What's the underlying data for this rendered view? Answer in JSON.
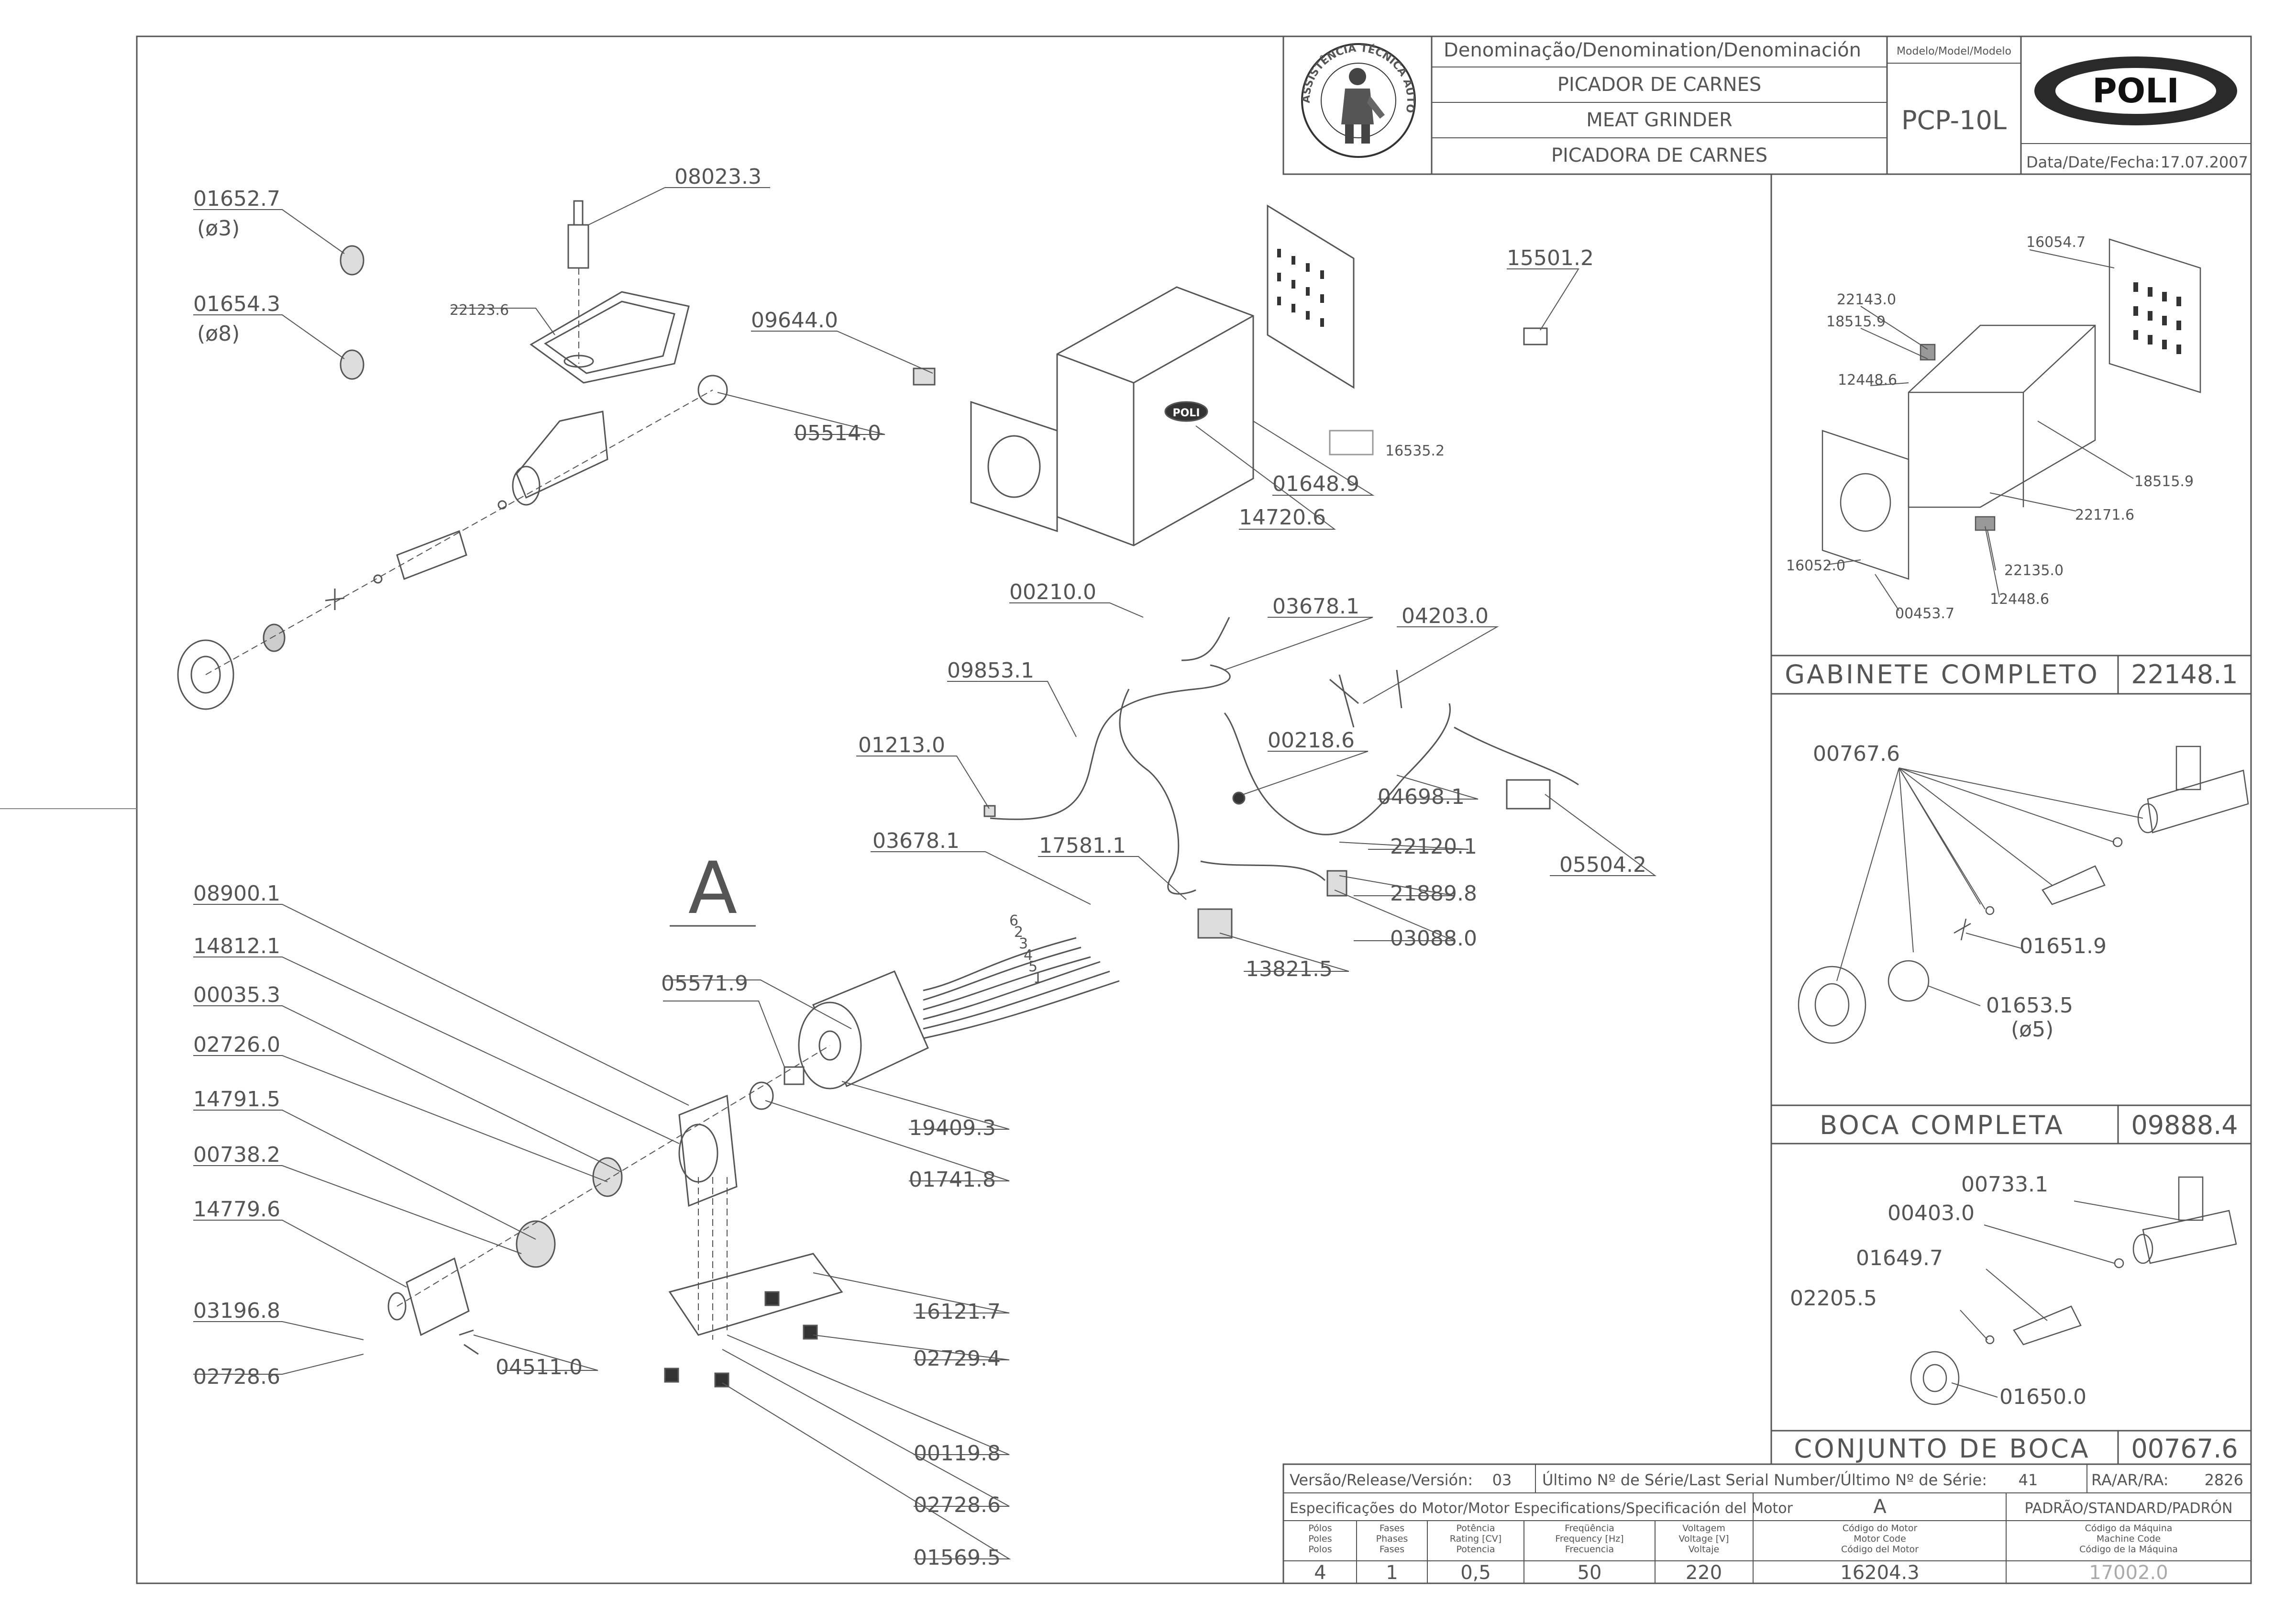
{
  "title_block": {
    "denomination_header": "Denominação/Denomination/Denominación",
    "name_pt": "PICADOR DE CARNES",
    "name_en": "MEAT GRINDER",
    "name_es": "PICADORA DE CARNES",
    "model_header": "Modelo/Model/Modelo",
    "model": "PCP-10L",
    "date_label": "Data/Date/Fecha:",
    "date": "17.07.2007",
    "brand": "POLI",
    "seal_text": "ASSISTÊNCIA TÉCNICA AUTORIZADA"
  },
  "view_label": "A",
  "callouts": {
    "screen_3": "01652.7",
    "screen_3_dia": "(ø3)",
    "screen_8": "01654.3",
    "screen_8_dia": "(ø8)",
    "pusher": "08023.3",
    "tray": "22123.6",
    "seal_disk": "05514.0",
    "label_09644": "09644.0",
    "sticker_15501": "15501.2",
    "sticker_16535": "16535.2",
    "cab_01648": "01648.9",
    "cab_14720": "14720.6",
    "wire_00210": "00210.0",
    "wire_03678_top": "03678.1",
    "wire_04203": "04203.0",
    "cable_09853": "09853.1",
    "switch_01213": "01213.0",
    "cap_00218": "00218.6",
    "cord_04698": "04698.1",
    "label_05504": "05504.2",
    "wire_03678_mid": "03678.1",
    "term_17581": "17581.1",
    "screw_22120": "22120.1",
    "bracket_21889": "21889.8",
    "capacitor_03088": "03088.0",
    "switch_13821": "13821.5",
    "bolt_08900": "08900.1",
    "housing_14812": "14812.1",
    "screw_00035": "00035.3",
    "bearing_02726": "02726.0",
    "gear_14791": "14791.5",
    "gear_00738": "00738.2",
    "cover_14779": "14779.6",
    "screw_03196": "03196.8",
    "screw_02728_left": "02728.6",
    "wingnut_04511": "04511.0",
    "coupling_05571": "05571.9",
    "motor_19409": "19409.3",
    "washer_01741": "01741.8",
    "base_16121": "16121.7",
    "foot_02729": "02729.4",
    "screw_00119": "00119.8",
    "screw_02728_right": "02728.6",
    "foot_01569": "01569.5"
  },
  "wire_numbers": [
    "6",
    "2",
    "3",
    "4",
    "5",
    "1"
  ],
  "cabinet_panel": {
    "labels": [
      "16054.7",
      "22143.0",
      "18515.9",
      "12448.6",
      "18515.9",
      "22171.6",
      "16052.0",
      "22135.0",
      "12448.6",
      "00453.7"
    ],
    "title": "GABINETE COMPLETO",
    "code": "22148.1"
  },
  "boca_panel": {
    "labels": [
      "00767.6",
      "01651.9",
      "01653.5",
      "(ø5)"
    ],
    "title": "BOCA COMPLETA",
    "code": "09888.4"
  },
  "conjunto_panel": {
    "labels": [
      "00733.1",
      "00403.0",
      "01649.7",
      "02205.5",
      "01650.0"
    ],
    "title": "CONJUNTO DE BOCA",
    "code": "00767.6"
  },
  "bottom_table": {
    "version_label": "Versão/Release/Versión:",
    "version": "03",
    "serial_label": "Último Nº de Série/Last Serial Number/Último Nº de Série:",
    "serial": "41",
    "ra_label": "RA/AR/RA:",
    "ra": "2826",
    "motor_spec_label": "Especificações do Motor/Motor Especifications/Specificación del Motor",
    "motor_variant": "A",
    "standard_label": "PADRÃO/STANDARD/PADRÓN",
    "headers": [
      [
        "Pólos",
        "Poles",
        "Polos"
      ],
      [
        "Fases",
        "Phases",
        "Fases"
      ],
      [
        "Potência",
        "Rating [CV]",
        "Potencia"
      ],
      [
        "Freqüência",
        "Frequency [Hz]",
        "Frecuencia"
      ],
      [
        "Voltagem",
        "Voltage [V]",
        "Voltaje"
      ],
      [
        "Código do Motor",
        "Motor Code",
        "Código del Motor"
      ],
      [
        "Código da Máquina",
        "Machine Code",
        "Código de la Máquina"
      ]
    ],
    "values": [
      "4",
      "1",
      "0,5",
      "50",
      "220",
      "16204.3",
      "17002.0"
    ]
  }
}
